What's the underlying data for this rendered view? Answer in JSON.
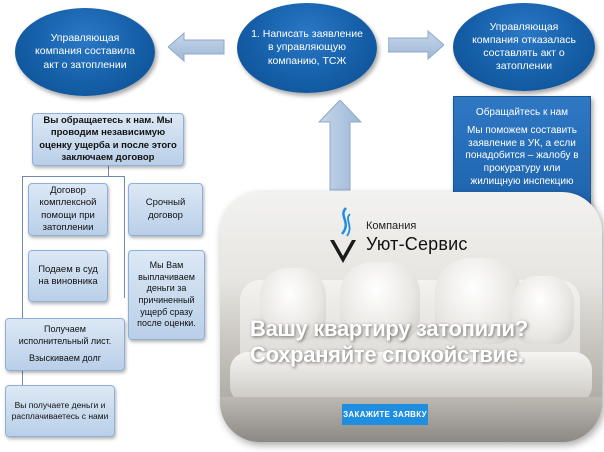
{
  "center_ellipse": {
    "text": "1. Написать заявление в управляющую компанию, ТСЖ"
  },
  "left_ellipse": {
    "text": "Управляющая компания составила акт о затоплении"
  },
  "right_ellipse": {
    "text": "Управляющая компания отказалась составлять акт о затоплении"
  },
  "info_box": {
    "heading": "Обращайтесь к нам",
    "body": "Мы поможем составить заявление в УК, а если понадобится – жалобу в прокуратуру или жилищную инспекцию"
  },
  "root_box": {
    "text": "Вы обращаетесь к нам. Мы проводим независимую оценку ущерба и после этого заключаем договор"
  },
  "left_branch": [
    {
      "text": "Договор комплексной помощи при затоплении"
    },
    {
      "text": "Подаем в суд на виновника"
    },
    {
      "line1": "Получаем исполнительный лист.",
      "line2": "Взыскиваем долг"
    },
    {
      "text": "Вы получаете деньги и расплачиваетесь с нами"
    }
  ],
  "right_branch": [
    {
      "text": "Срочный договор"
    },
    {
      "text": "Мы Вам выплачиваем деньги за причиненный ущерб сразу после оценки."
    }
  ],
  "banner": {
    "company_label": "Компания",
    "company_name": "Уют-Сервис",
    "headline_line1": "Вашу квартиру затопили?",
    "headline_line2": "Сохраняйте спокойствие.",
    "cta_label": "ЗАКАЖИТЕ ЗАЯВКУ"
  },
  "colors": {
    "ellipse_blue": "#155fa8",
    "box_light_blue": "#c9dbef",
    "cta_blue": "#1f8ee0"
  }
}
